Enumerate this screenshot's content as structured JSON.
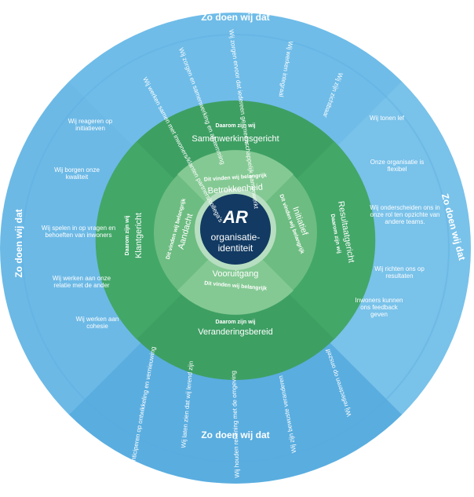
{
  "colors": {
    "outer_light": "#7cc4ec",
    "outer_dark": "#5aaddf",
    "mid_ring": "#3e9f63",
    "mid_ring_dark": "#338a55",
    "inner_ring": "#6dbc81",
    "inner_ring_light": "#84c993",
    "core": "#123a62",
    "core_ring": "#b7dec1",
    "white": "#ffffff"
  },
  "outer": {
    "top": {
      "heading": "Zo doen wij dat",
      "items": [
        "Wij werken samen met inwoners/klanten partners/collega's",
        "Wij zorgen en samenwerking en afstemming",
        "Wij zorgen ervoor dat iedereen ge- meenschappelijk samenwerkt",
        "Wij werken integraal",
        "Wij zijn zichtbaar"
      ]
    },
    "right": {
      "heading": "Zo doen wij dat",
      "items": [
        "Wij tonen lef",
        "Onze organisatie is flexibel",
        "Wij onderscheiden ons in onze rol ten opzichte van andere teams.",
        "Wij richten ons op resultaten",
        "Inwoners kunnen ons feedback geven"
      ]
    },
    "bottom": {
      "heading": "Zo doen wij dat",
      "items": [
        "Wij anticiperen op ontwikkeling en vernieuwing",
        "Wij laten zien dat wij lerend zijn",
        "Wij houden rekening met de omgeving",
        "Wij zijn bewuste veranderen",
        "Wij reflecteren op onszelf"
      ]
    },
    "left": {
      "heading": "Zo doen wij dat",
      "items": [
        "Wij reageren op initiatieven",
        "Wij borgen onze kwaliteit",
        "Wij spelen in op vragen en behoeften van inwoners",
        "Wij werken aan onze relatie met de ander",
        "Wij werken aan cohesie"
      ]
    }
  },
  "middle": {
    "small": "Daarom zijn wij",
    "top": "Samenwerkingsgericht",
    "right": "Resultaatgericht",
    "bottom": "Veranderingsbereid",
    "left": "Klantgericht"
  },
  "inner": {
    "small": "Dit vinden wij belangrijk",
    "top": "Betrokkenheid",
    "right": "Initiatief",
    "bottom": "Vooruitgang",
    "left": "Aandacht"
  },
  "core": {
    "logo": "AR",
    "line1": "organisatie-",
    "line2": "identiteit"
  }
}
